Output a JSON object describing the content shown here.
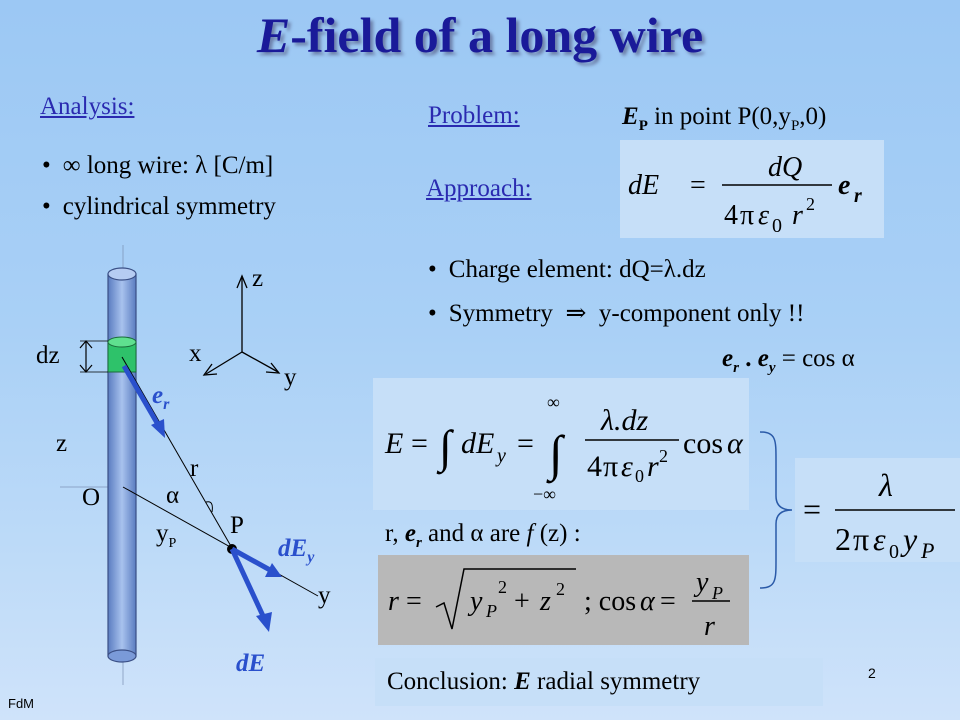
{
  "title": {
    "italic": "E",
    "rest": "-field of a long wire"
  },
  "analysis": {
    "heading": "Analysis:",
    "bullets": [
      "∞ long wire:  λ  [C/m]",
      "cylindrical symmetry"
    ]
  },
  "problem": {
    "heading": "Problem:",
    "statement_bold": "E",
    "statement_sub": "P",
    "statement_rest": "  in point P(0,y",
    "statement_sub2": "P",
    "statement_end": ",0)"
  },
  "approach": {
    "heading": "Approach:"
  },
  "points": {
    "charge_element": "Charge element: dQ=λ.dz",
    "symmetry_a": "Symmetry",
    "symmetry_arrow": "⇒",
    "symmetry_b": "y-component only !!",
    "dot_product": "= cos α"
  },
  "equations": {
    "dE": "dE = dQ / (4πε0 r²) e_r",
    "E_integral": "E = ∫dE_y = ∫ λ.dz/(4πε0 r²) cos α",
    "result": "= λ / (2πε0 y_P)",
    "geometry": "r = √(y_P² + z²) ; cos α = y_P / r"
  },
  "dependency": {
    "prefix": "r, ",
    "mid": " and ",
    "suffix": " are ",
    "f": "f",
    "end": " (z) :"
  },
  "conclusion": {
    "prefix": "Conclusion: ",
    "bold": "E",
    "suffix": " radial symmetry"
  },
  "diagram": {
    "labels": {
      "z_axis": "z",
      "x_axis": "x",
      "y_axis": "y",
      "dz": "dz",
      "z": "z",
      "O": "O",
      "r": "r",
      "alpha": "α",
      "P": "P",
      "yP": "y",
      "yP_sub": "P",
      "y_bottom": "y",
      "er": "e",
      "er_sub": "r",
      "dEy": "dE",
      "dEy_sub": "y",
      "dE": "dE"
    }
  },
  "footer": {
    "author": "FdM",
    "page": "2"
  },
  "colors": {
    "title": "#1a1a99",
    "link": "#2a2ab0",
    "vector": "#2a50cc",
    "wire": "#7a9ad8",
    "segment": "#2ec26a",
    "eq_box": "#c6dff8",
    "geo_box": "#b8b8b8"
  }
}
